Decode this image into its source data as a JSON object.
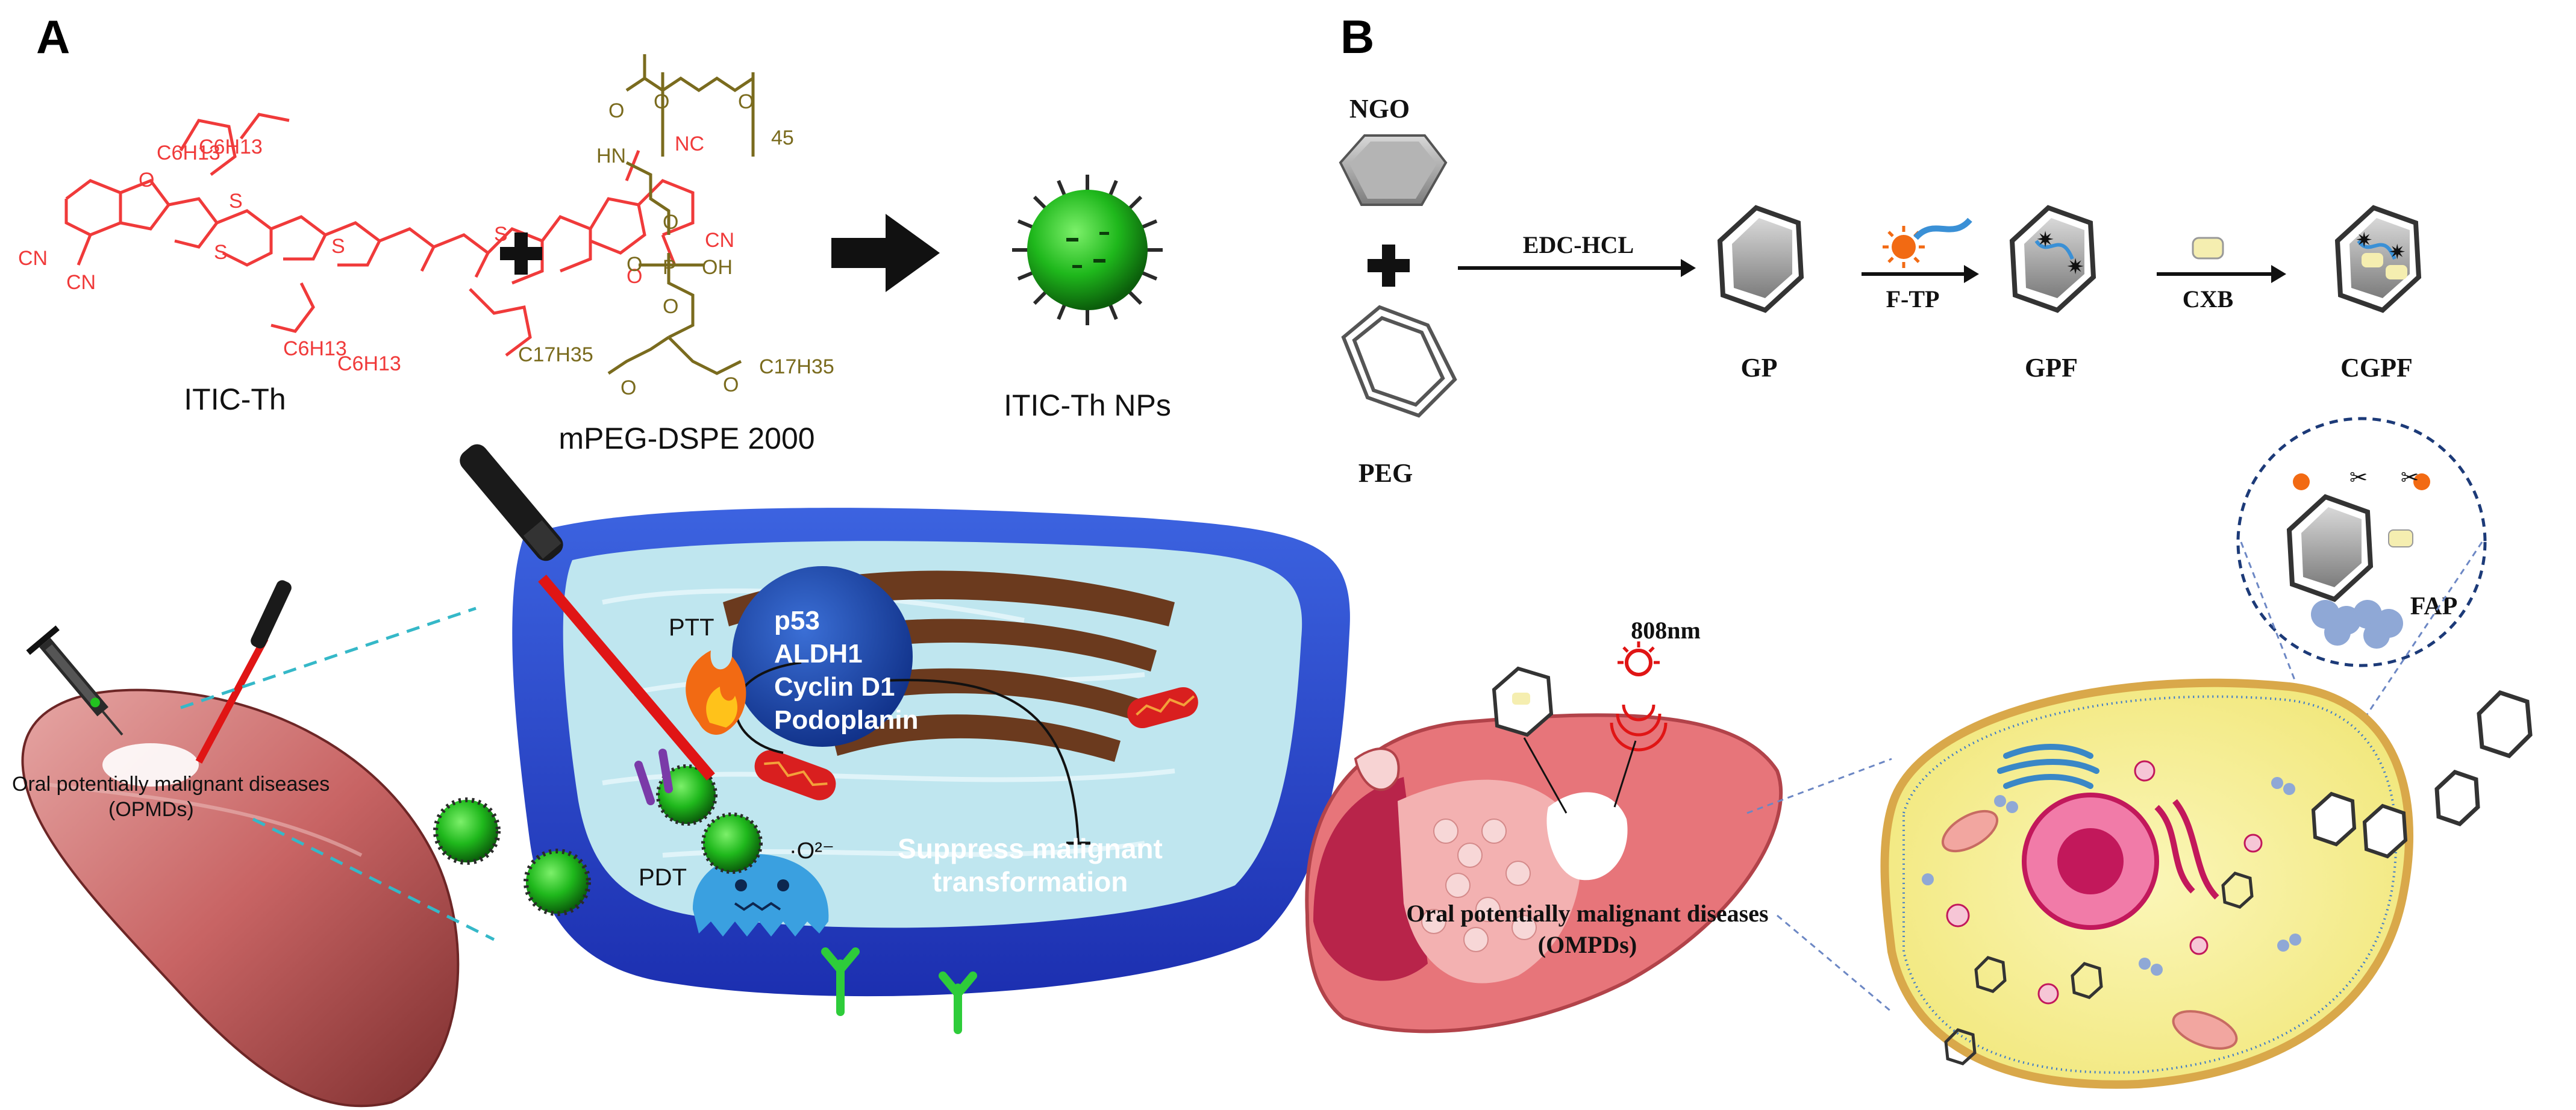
{
  "panel_a": {
    "letter": "A",
    "molecule_1": "ITIC-Th",
    "molecule_2": "mPEG-DSPE 2000",
    "product": "ITIC-Th NPs",
    "chem": {
      "c6h13": "C6H13",
      "cn": "CN",
      "nc": "NC",
      "o": "O",
      "s": "S",
      "hn": "HN",
      "p": "P",
      "oh": "OH",
      "n45": "45",
      "c17h35": "C17H35"
    },
    "tongue_label_1": "Oral potentially malignant diseases",
    "tongue_label_2": "(OPMDs)",
    "markers": [
      "p53",
      "ALDH1",
      "Cyclin D1",
      "Podoplanin"
    ],
    "ptt": "PTT",
    "pdt": "PDT",
    "ros": "·O²⁻",
    "suppress_1": "Suppress malignant",
    "suppress_2": "transformation"
  },
  "panel_b": {
    "letter": "B",
    "ngo": "NGO",
    "peg": "PEG",
    "edc": "EDC-HCL",
    "gp": "GP",
    "ftp": "F-TP",
    "gpf": "GPF",
    "cxb": "CXB",
    "cgpf": "CGPF",
    "laser": "808nm",
    "fap": "FAP",
    "mouth_label_1": "Oral potentially malignant diseases",
    "mouth_label_2": "(OMPDs)"
  },
  "colors": {
    "itic_red": "#f03a3a",
    "peg_olive": "#7a6b1e",
    "np_green": "#22c21f",
    "cell_blue": "#2a3fd0",
    "tongue_pink": "#d87a7a",
    "laser_red": "#e01515"
  }
}
